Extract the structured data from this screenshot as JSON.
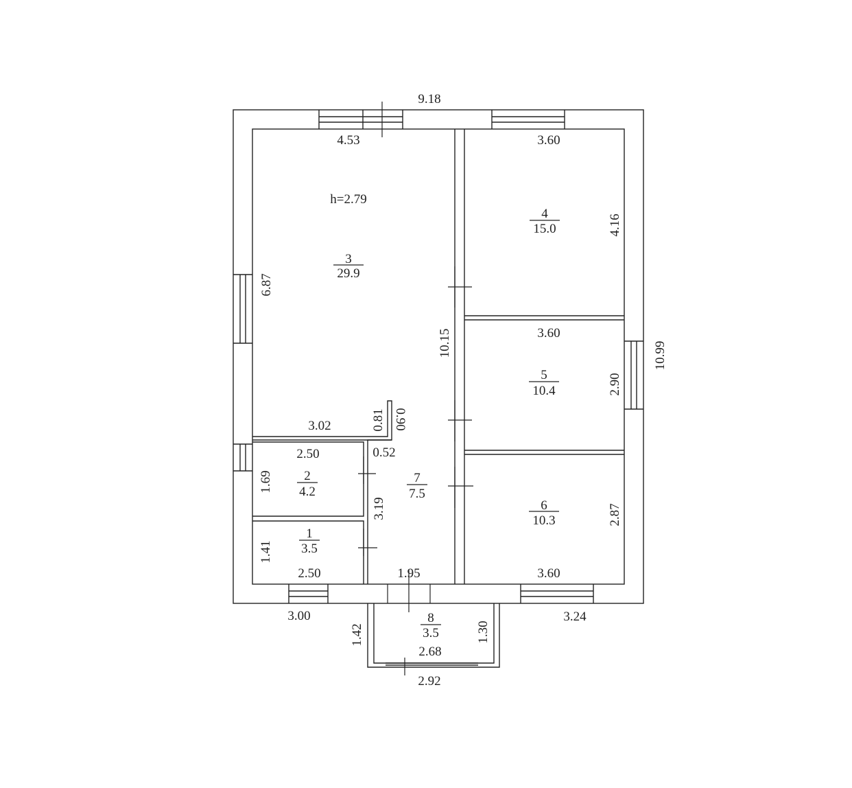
{
  "plan": {
    "ceiling_height": "h=2.79",
    "overall_width": "9.18",
    "overall_depth": "10.99",
    "rooms": [
      {
        "number": "1",
        "area": "3.5"
      },
      {
        "number": "2",
        "area": "4.2"
      },
      {
        "number": "3",
        "area": "29.9"
      },
      {
        "number": "4",
        "area": "15.0"
      },
      {
        "number": "5",
        "area": "10.4"
      },
      {
        "number": "6",
        "area": "10.3"
      },
      {
        "number": "7",
        "area": "7.5"
      },
      {
        "number": "8",
        "area": "3.5"
      }
    ],
    "dimensions": {
      "r3_top": "4.53",
      "r3_side": "6.87",
      "r3_bottom": "3.02",
      "corridor_wall": "10.15",
      "r4_top": "3.60",
      "r4_side": "4.16",
      "r5_top": "3.60",
      "r5_side": "2.90",
      "r6_bottom": "3.60",
      "r6_side": "2.87",
      "stub_081": "0.81",
      "stub_090": "0.90",
      "stub_052": "0.52",
      "r2_top": "2.50",
      "r2_side": "1.69",
      "r1_bottom": "2.50",
      "r1_side": "1.41",
      "r7_side": "3.19",
      "r7_bottom": "1.95",
      "ext_bottom_left": "3.00",
      "ext_bottom_right": "3.24",
      "porch_left": "1.42",
      "porch_right": "1.30",
      "porch_inner": "2.68",
      "porch_outer": "2.92"
    }
  }
}
